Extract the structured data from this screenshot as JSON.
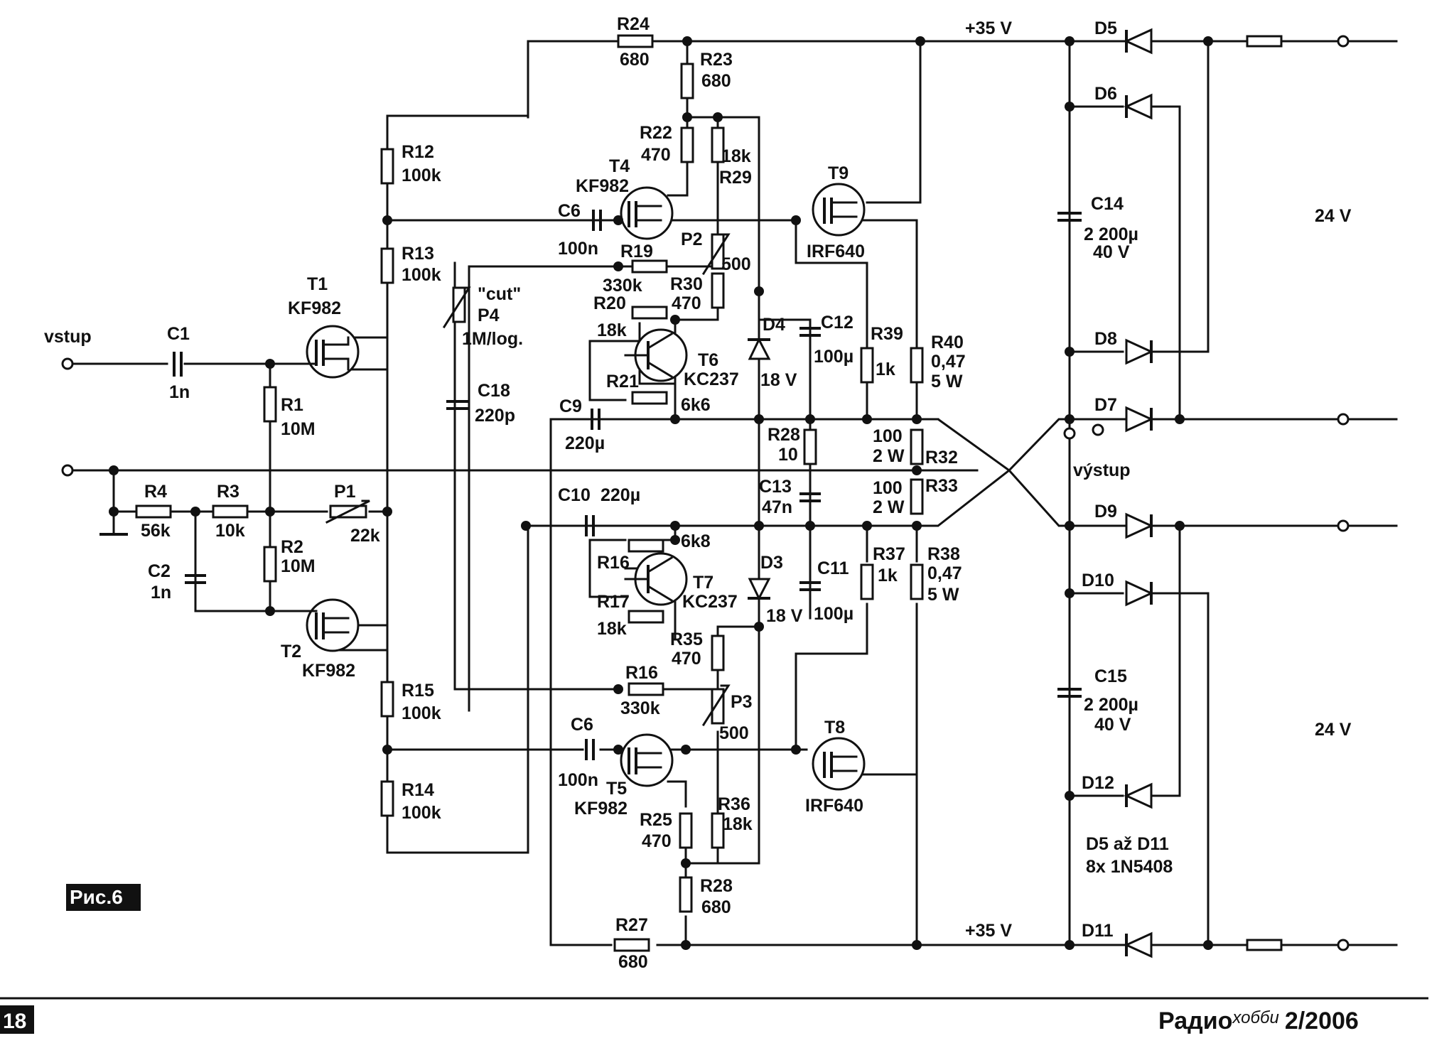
{
  "figure_label": "Рис.6",
  "footer": {
    "page_number": "18",
    "magazine_main": "Радио",
    "magazine_italic": "хобби",
    "issue": "2/2006"
  },
  "rails": {
    "pos_top": "+35 V",
    "pos_bottom": "+35 V",
    "upper_24v": "24 V",
    "lower_24v": "24 V"
  },
  "terminals": {
    "input": "vstup",
    "output": "výstup"
  },
  "labels": {
    "R24": "R24",
    "R24v": "680",
    "R23": "R23",
    "R23v": "680",
    "R22": "R22",
    "R22v": "470",
    "R29v": "18k",
    "R29": "R29",
    "T4": "T4",
    "T4t": "KF982",
    "T9": "T9",
    "T9t": "IRF640",
    "C6a": "C6",
    "C6av": "100n",
    "R19": "R19",
    "R19v": "330k",
    "P2": "P2",
    "P2v": "500",
    "R30": "R30",
    "R30v": "470",
    "R20": "R20",
    "R20v": "18k",
    "T6": "T6",
    "T6t": "KC237",
    "R21": "R21",
    "R21v": "6k6",
    "D4": "D4",
    "D4v": "18 V",
    "C12": "C12",
    "C12v": "100µ",
    "R39": "R39",
    "R39v": "1k",
    "R40": "R40",
    "R40v": "0,47",
    "R40p": "5 W",
    "R12": "R12",
    "R12v": "100k",
    "R13": "R13",
    "R13v": "100k",
    "T1": "T1",
    "T1t": "KF982",
    "C1": "C1",
    "C1v": "1n",
    "R1": "R1",
    "R1v": "10M",
    "cut": "\"cut\"",
    "P4": "P4",
    "P4v": "1M/log.",
    "C18": "C18",
    "C18v": "220p",
    "C9": "C9",
    "C9v": "220µ",
    "R28a": "R28",
    "R28av": "10",
    "R32v": "100",
    "R32p": "2 W",
    "R32": "R32",
    "R33v": "100",
    "R33p": "2 W",
    "R33": "R33",
    "C13": "C13",
    "C13v": "47n",
    "R4": "R4",
    "R4v": "56k",
    "R3": "R3",
    "R3v": "10k",
    "P1": "P1",
    "P1v": "22k",
    "C2": "C2",
    "C2v": "1n",
    "R2": "R2",
    "R2v": "10M",
    "C10": "C10",
    "C10v": "220µ",
    "R16a": "R16",
    "R16av": "6k8",
    "T7": "T7",
    "T7t": "KC237",
    "R17": "R17",
    "R17v": "18k",
    "D3": "D3",
    "D3v": "18 V",
    "C11": "C11",
    "C11v": "100µ",
    "R37": "R37",
    "R37v": "1k",
    "R38": "R38",
    "R38v": "0,47",
    "R38p": "5 W",
    "T2": "T2",
    "T2t": "KF982",
    "R35": "R35",
    "R35v": "470",
    "R15": "R15",
    "R15v": "100k",
    "R16b": "R16",
    "R16bv": "330k",
    "P3": "P3",
    "P3v": "500",
    "C6b": "C6",
    "C6bv": "100n",
    "T5": "T5",
    "T5t": "KF982",
    "T8": "T8",
    "T8t": "IRF640",
    "R14": "R14",
    "R14v": "100k",
    "R25": "R25",
    "R25v": "470",
    "R36": "R36",
    "R36v": "18k",
    "R28b": "R28",
    "R28bv": "680",
    "R27": "R27",
    "R27v": "680",
    "C14": "C14",
    "C14v": "2 200µ",
    "C14r": "40 V",
    "C15": "C15",
    "C15v": "2 200µ",
    "C15r": "40 V",
    "D5": "D5",
    "D6": "D6",
    "D7": "D7",
    "D8": "D8",
    "D9": "D9",
    "D10": "D10",
    "D11": "D11",
    "D12": "D12",
    "diodes_note1": "D5 až D11",
    "diodes_note2": "8x 1N5408"
  }
}
